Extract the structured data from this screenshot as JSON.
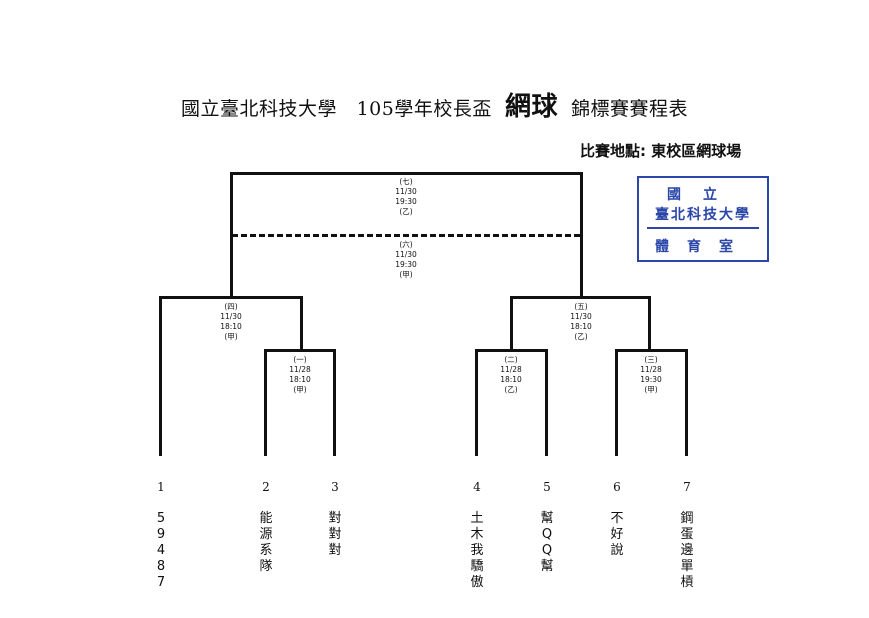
{
  "title": {
    "school": "國立臺北科技大學",
    "cup": "105學年校長盃",
    "sport": "網球",
    "suffix": "錦標賽賽程表"
  },
  "venue": "比賽地點: 東校區網球場",
  "stamp": {
    "line1": "國立",
    "line2": "臺北科技大學",
    "line3": "體育室"
  },
  "matches": [
    {
      "id": "m1",
      "no": "(一)",
      "date": "11/28",
      "time": "18:10",
      "court": "(甲)"
    },
    {
      "id": "m2",
      "no": "(二)",
      "date": "11/28",
      "time": "18:10",
      "court": "(乙)"
    },
    {
      "id": "m3",
      "no": "(三)",
      "date": "11/28",
      "time": "19:30",
      "court": "(甲)"
    },
    {
      "id": "m4",
      "no": "(四)",
      "date": "11/30",
      "time": "18:10",
      "court": "(甲)"
    },
    {
      "id": "m5",
      "no": "(五)",
      "date": "11/30",
      "time": "18:10",
      "court": "(乙)"
    },
    {
      "id": "m6",
      "no": "(六)",
      "date": "11/30",
      "time": "19:30",
      "court": "(甲)"
    },
    {
      "id": "m7",
      "no": "(七)",
      "date": "11/30",
      "time": "19:30",
      "court": "(乙)"
    }
  ],
  "teams": [
    {
      "seed": "1",
      "name": [
        "5",
        "9",
        "4",
        "8",
        "7"
      ]
    },
    {
      "seed": "2",
      "name": [
        "能",
        "源",
        "系",
        "隊"
      ]
    },
    {
      "seed": "3",
      "name": [
        "對",
        "對",
        "對"
      ]
    },
    {
      "seed": "4",
      "name": [
        "土",
        "木",
        "我",
        "驕",
        "傲"
      ]
    },
    {
      "seed": "5",
      "name": [
        "幫",
        "Q",
        "Q",
        "幫"
      ]
    },
    {
      "seed": "6",
      "name": [
        "不",
        "好",
        "說"
      ]
    },
    {
      "seed": "7",
      "name": [
        "鋼",
        "蛋",
        "邊",
        "單",
        "槓"
      ]
    }
  ]
}
